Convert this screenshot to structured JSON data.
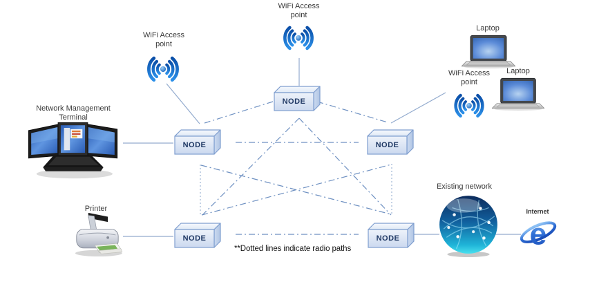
{
  "footnote": "**Dotted lines indicate radio paths",
  "colors": {
    "background": "#ffffff",
    "solid_link": "#93abce",
    "radio_link": "#6f91c2",
    "node_fill": "#dbe5f3",
    "node_border": "#7f9ecf",
    "node_text": "#1f3864",
    "wifi_blue": "#1164c9",
    "label_text": "#3a3a3a"
  },
  "nodes": {
    "top": {
      "label": "NODE"
    },
    "left": {
      "label": "NODE"
    },
    "right": {
      "label": "NODE"
    },
    "bottom_left": {
      "label": "NODE"
    },
    "bottom_right": {
      "label": "NODE"
    }
  },
  "devices": {
    "wifi_top": {
      "icon": "wifi-icon",
      "label_line1": "WiFi Access",
      "label_line2": "point"
    },
    "wifi_left": {
      "icon": "wifi-icon",
      "label_line1": "WiFi Access",
      "label_line2": "point"
    },
    "wifi_right": {
      "icon": "wifi-icon",
      "label_line1": "WiFi Access",
      "label_line2": "point"
    },
    "nmt": {
      "icon": "workstation-icon",
      "label_line1": "Network Management",
      "label_line2": "Terminal"
    },
    "laptop_top": {
      "icon": "laptop-icon",
      "label": "Laptop"
    },
    "laptop_bottom": {
      "icon": "laptop-icon",
      "label": "Laptop"
    },
    "printer": {
      "icon": "printer-icon",
      "label": "Printer"
    },
    "existing_network": {
      "icon": "globe-icon",
      "label": "Existing network"
    },
    "internet": {
      "icon": "internet-explorer-icon",
      "label": "Internet"
    }
  },
  "links": [
    {
      "id": "nmt-node_left",
      "kind": "wired"
    },
    {
      "id": "wifi_left-node_left",
      "kind": "wired"
    },
    {
      "id": "wifi_top-node_top",
      "kind": "wired"
    },
    {
      "id": "wifi_right-node_right",
      "kind": "wired"
    },
    {
      "id": "printer-node_bottom_left",
      "kind": "wired"
    },
    {
      "id": "node_bottom_right-existing_network",
      "kind": "wired"
    },
    {
      "id": "existing_network-internet",
      "kind": "wired"
    },
    {
      "id": "node_top-node_left",
      "kind": "radio"
    },
    {
      "id": "node_top-node_right",
      "kind": "radio"
    },
    {
      "id": "node_left-node_right",
      "kind": "radio"
    },
    {
      "id": "node_top-node_bottom_left",
      "kind": "radio"
    },
    {
      "id": "node_top-node_bottom_right",
      "kind": "radio"
    },
    {
      "id": "node_left-node_bottom_left",
      "kind": "radio_dotted"
    },
    {
      "id": "node_right-node_bottom_right",
      "kind": "radio_dotted"
    },
    {
      "id": "node_left-node_bottom_right",
      "kind": "radio"
    },
    {
      "id": "node_bottom_left-node_right",
      "kind": "radio"
    },
    {
      "id": "node_bottom_left-node_bottom_right",
      "kind": "radio"
    }
  ]
}
